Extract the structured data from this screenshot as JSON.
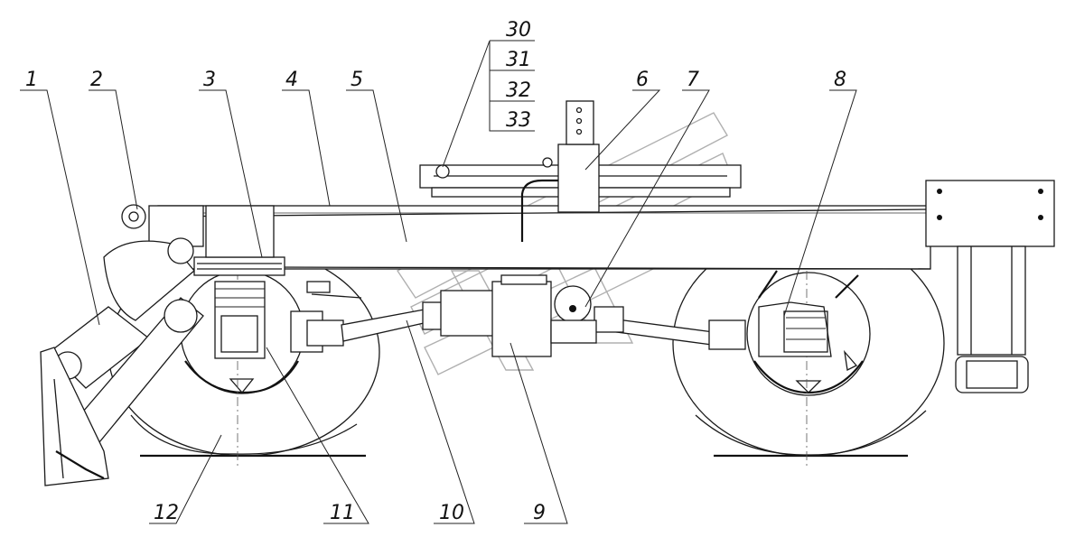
{
  "diagram": {
    "callouts": [
      {
        "id": "c1",
        "label": "1"
      },
      {
        "id": "c2",
        "label": "2"
      },
      {
        "id": "c3",
        "label": "3"
      },
      {
        "id": "c4",
        "label": "4"
      },
      {
        "id": "c5",
        "label": "5"
      },
      {
        "id": "c6",
        "label": "6"
      },
      {
        "id": "c7",
        "label": "7"
      },
      {
        "id": "c8",
        "label": "8"
      },
      {
        "id": "c9",
        "label": "9"
      },
      {
        "id": "c10",
        "label": "10"
      },
      {
        "id": "c11",
        "label": "11"
      },
      {
        "id": "c12",
        "label": "12"
      },
      {
        "id": "c30",
        "label": "30"
      },
      {
        "id": "c31",
        "label": "31"
      },
      {
        "id": "c32",
        "label": "32"
      },
      {
        "id": "c33",
        "label": "33"
      }
    ]
  }
}
